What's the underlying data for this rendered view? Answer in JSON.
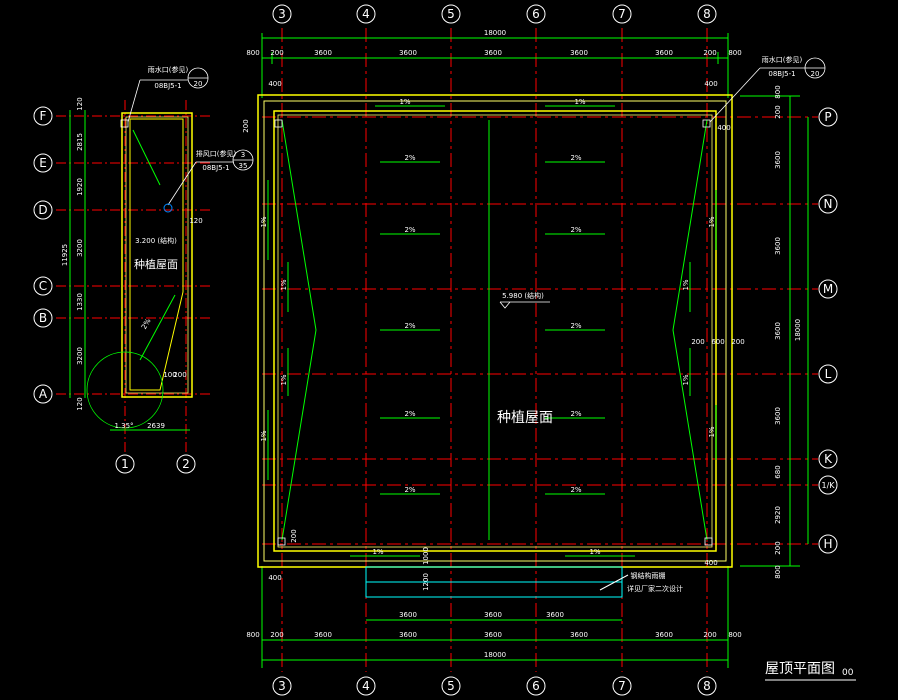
{
  "colors": {
    "background": "#000000",
    "wall": "#ffff00",
    "dimension": "#00ff00",
    "axis": "#ff0000",
    "grid_bubble": "#ffffff",
    "text": "#ffffff",
    "parapet": "#ffff66"
  },
  "main": {
    "title": "屋顶平面图",
    "title_suffix": "00",
    "roof_label": "种植屋面",
    "elevation": "5.980 (结构)",
    "columns": [
      "3",
      "4",
      "5",
      "6",
      "7",
      "8"
    ],
    "rows": [
      "P",
      "N",
      "M",
      "L",
      "K",
      "1/K",
      "H"
    ],
    "top_overall": "18000",
    "top_spans": [
      "3600",
      "3600",
      "3600",
      "3600"
    ],
    "edge_800": "800",
    "edge_200": "200",
    "edge_400": "400",
    "bottom_overall": "18000",
    "bottom_spans": [
      "3600",
      "3600",
      "3600",
      "3600"
    ],
    "bottom_inner_spans": [
      "3600",
      "3600",
      "3600"
    ],
    "right_spans": [
      "3600",
      "3600",
      "3600",
      "3600",
      "680",
      "2920"
    ],
    "right_overall": "18000",
    "right_small": "200",
    "slope_1": "1%",
    "slope_2": "2%",
    "drain_top_label": "雨水口(参见)",
    "drain_top_ref": "08BJ5-1",
    "drain_top_num": "20",
    "gutter_200": "200",
    "gutter_600": "600",
    "canopy_label": "钢结构雨棚",
    "canopy_note": "详见厂家二次设计",
    "canopy_dim_1000": "1000",
    "canopy_dim_1200": "1200",
    "canopy_spans": [
      "3600",
      "3600",
      "3600"
    ]
  },
  "side": {
    "columns": [
      "1",
      "2"
    ],
    "rows": [
      "F",
      "E",
      "D",
      "C",
      "B",
      "A"
    ],
    "row_dims": [
      "120",
      "2815",
      "1920",
      "3200",
      "1330",
      "3200",
      "120"
    ],
    "overall": "11925",
    "width": "2639",
    "roof_label": "种植屋面",
    "elevation": "3.200 (结构)",
    "drain_label": "雨水口(参见)",
    "drain_ref": "08BJ5-1",
    "drain_num": "20",
    "vent_label": "排风口(参见)",
    "vent_ref": "08BJ5-1",
    "vent_num_top": "3",
    "vent_num_bottom": "35",
    "slope": "2%",
    "dim_100": "100",
    "dim_200": "200",
    "dim_120": "120",
    "angle": "1.35°"
  }
}
